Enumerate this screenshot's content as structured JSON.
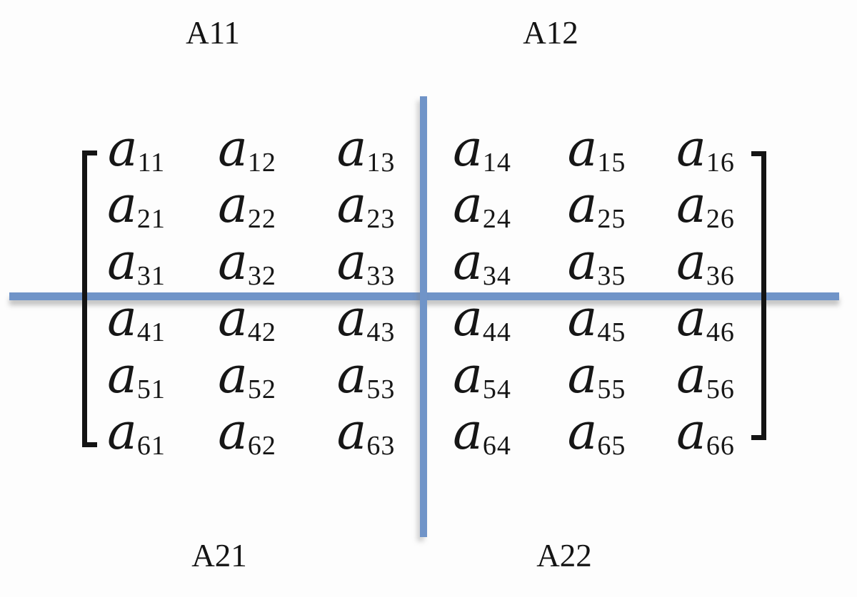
{
  "block_labels": {
    "top_left": "A11",
    "top_right": "A12",
    "bottom_left": "A21",
    "bottom_right": "A22"
  },
  "matrix": {
    "variable": "a",
    "rows": 6,
    "cols": 6,
    "subscripts": [
      [
        "11",
        "12",
        "13",
        "14",
        "15",
        "16"
      ],
      [
        "21",
        "22",
        "23",
        "24",
        "25",
        "26"
      ],
      [
        "31",
        "32",
        "33",
        "34",
        "35",
        "36"
      ],
      [
        "41",
        "42",
        "43",
        "44",
        "45",
        "46"
      ],
      [
        "51",
        "52",
        "53",
        "54",
        "55",
        "56"
      ],
      [
        "61",
        "62",
        "63",
        "64",
        "65",
        "66"
      ]
    ]
  },
  "colors": {
    "divider_blue": "#7094C8",
    "text_black": "#141414",
    "background": "#fdfdfd"
  }
}
